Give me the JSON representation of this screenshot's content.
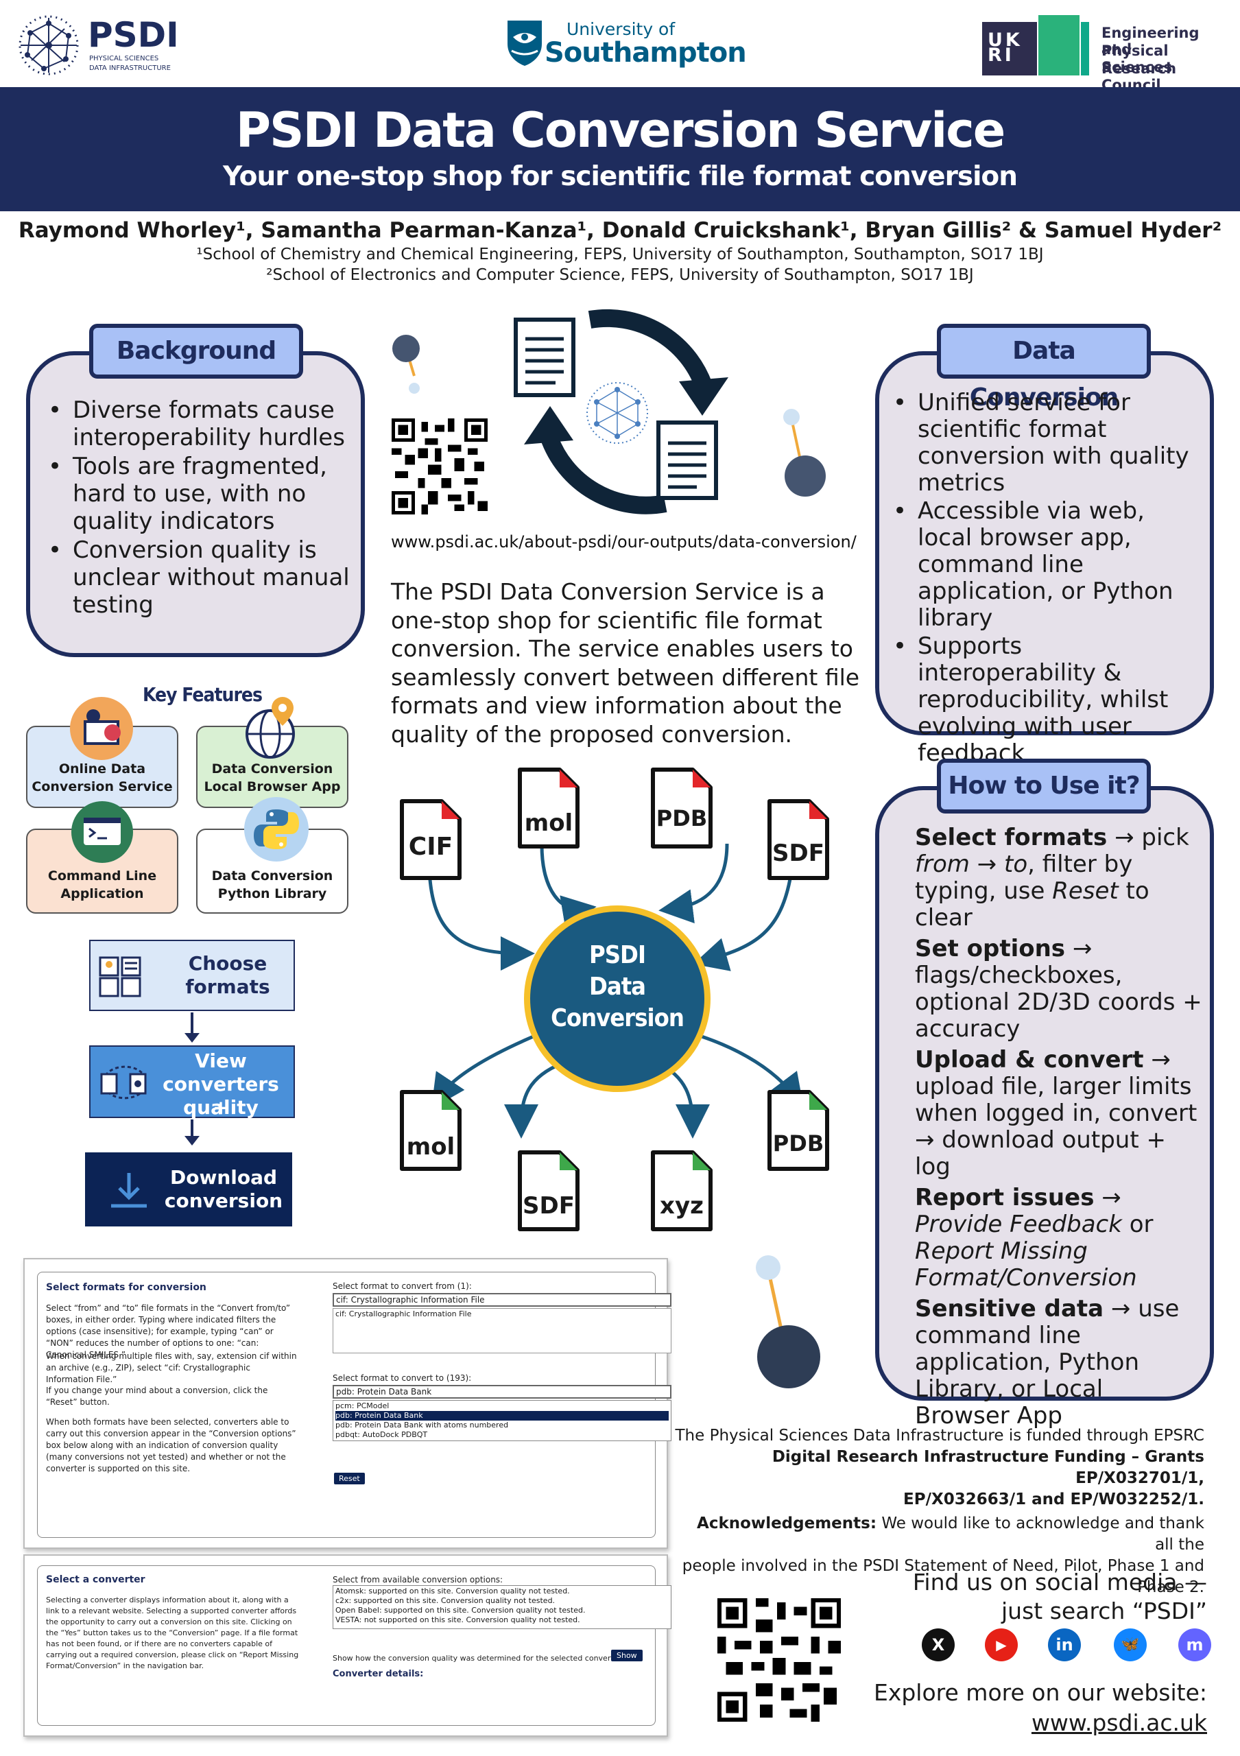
{
  "logos": {
    "psdi": {
      "name": "PSDI",
      "sub1": "PHYSICAL SCIENCES",
      "sub2": "DATA INFRASTRUCTURE"
    },
    "soton": {
      "line1": "University of",
      "line2": "Southampton"
    },
    "ukri": {
      "mark": "UKRI",
      "line1": "Engineering and",
      "line2": "Physical Sciences",
      "line3": "Research Council"
    }
  },
  "header": {
    "title": "PSDI Data Conversion Service",
    "subtitle": "Your one-stop shop for scientific file format conversion",
    "authors": "Raymond Whorley¹, Samantha Pearman-Kanza¹, Donald Cruickshank¹, Bryan Gillis² & Samuel Hyder²",
    "affiliation1": "¹School of Chemistry and Chemical Engineering, FEPS, University of Southampton, Southampton, SO17 1BJ",
    "affiliation2": "²School of Electronics and Computer Science, FEPS, University of Southampton, SO17 1BJ"
  },
  "background": {
    "title": "Background",
    "items": [
      "Diverse formats cause interoperability hurdles",
      "Tools are fragmented, hard to use, with no quality indicators",
      "Conversion quality is unclear without manual testing"
    ]
  },
  "center": {
    "url": "www.psdi.ac.uk/about-psdi/our-outputs/data-conversion/",
    "intro": "The PSDI Data Conversion Service is a one-stop shop for scientific file format conversion. The service enables users to seamlessly convert between different file formats and view information about the quality of the proposed conversion."
  },
  "data_conversion": {
    "title": "Data Conversion",
    "items": [
      "Unified service for scientific format conversion with quality metrics",
      "Accessible via web, local browser app, command line application, or Python library",
      "Supports interoperability & reproducibility, whilst evolving with user feedback"
    ]
  },
  "key_features": {
    "title": "Key Features",
    "items": [
      {
        "label1": "Online Data",
        "label2": "Conversion Service",
        "color": "#dbe8f8"
      },
      {
        "label1": "Data Conversion",
        "label2": "Local Browser App",
        "color": "#d9f0d3"
      },
      {
        "label1": "Command Line",
        "label2": "Application",
        "color": "#fbe1d1"
      },
      {
        "label1": "Data Conversion",
        "label2": "Python Library",
        "color": "#ffffff"
      }
    ]
  },
  "steps": [
    {
      "label1": "Choose",
      "label2": "formats",
      "label3": ""
    },
    {
      "label1": "View",
      "label2": "converters +",
      "label3": "quality"
    },
    {
      "label1": "Download",
      "label2": "conversion",
      "label3": ""
    }
  ],
  "diagram": {
    "hub1": "PSDI",
    "hub2": "Data",
    "hub3": "Conversion",
    "inputs": [
      "CIF",
      "mol",
      "PDB",
      "SDF"
    ],
    "outputs": [
      "mol",
      "SDF",
      "xyz",
      "PDB"
    ]
  },
  "howto": {
    "title": "How to Use it?",
    "s1_b": "Select formats",
    "s1_a": " → pick",
    "s1_c": "from",
    "s1_d": " → ",
    "s1_e": "to",
    "s1_f": ", filter by typing, use ",
    "s1_g": "Reset",
    "s1_h": " to clear",
    "s2_b": "Set options",
    "s2_t": " → flags/checkboxes, optional 2D/3D coords + accuracy",
    "s3_b": "Upload & convert",
    "s3_t": " → upload file, larger limits when logged in, convert → download output + log",
    "s4_b": "Report issues",
    "s4_a": " → ",
    "s4_i1": "Provide Feedback",
    "s4_or": " or ",
    "s4_i2": "Report Missing Format/Conversion",
    "s5_b": "Sensitive data",
    "s5_t": " → use command line application, Python Library, or Local Browser App"
  },
  "screenshot1": {
    "heading": "Select formats for conversion",
    "p1": "Select “from” and “to” file formats in the “Convert from/to” boxes, in either order. Typing where indicated filters the options (case insensitive); for example, typing “can” or “NON” reduces the number of options to one: “can: Canonical SMILES.”",
    "p2": "When converting multiple files with, say, extension cif within an archive (e.g., ZIP), select “cif: Crystallographic Information File.”",
    "p3": "If you change your mind about a conversion, click the “Reset” button.",
    "p4": "When both formats have been selected, converters able to carry out this conversion appear in the “Conversion options” box below along with an indication of conversion quality (many conversions not yet tested) and whether or not the converter is supported on this site.",
    "from_label": "Select format to convert from (1):",
    "from_value": "cif: Crystallographic Information File",
    "from_opt": "cif: Crystallographic Information File",
    "to_label": "Select format to convert to (193):",
    "to_value": "pdb: Protein Data Bank",
    "to_opts": [
      "pcm: PCModel",
      "pdb: Protein Data Bank",
      "pdb: Protein Data Bank with atoms numbered",
      "pdbqt: AutoDock PDBQT"
    ],
    "reset": "Reset"
  },
  "screenshot2": {
    "heading": "Select a converter",
    "p1": "Selecting a converter displays information about it, along with a link to a relevant website. Selecting a supported converter affords the opportunity to carry out a conversion on this site. Clicking on the “Yes” button takes us to the “Conversion” page. If a file format has not been found, or if there are no converters capable of carrying out a required conversion, please click on “Report Missing Format/Conversion” in the navigation bar.",
    "opts_label": "Select from available conversion options:",
    "opts": [
      "Atomsk: supported on this site. Conversion quality not tested.",
      "c2x: supported on this site. Conversion quality not tested.",
      "Open Babel: supported on this site. Conversion quality not tested.",
      "VESTA: not supported on this site. Conversion quality not tested."
    ],
    "show_label": "Show how the conversion quality was determined for the selected converter.",
    "show": "Show",
    "details": "Converter details:"
  },
  "funding": {
    "line1": "The Physical Sciences Data Infrastructure is  funded through EPSRC",
    "line2": "Digital Research Infrastructure Funding – Grants EP/X032701/1,",
    "line3": "EP/X032663/1 and  EP/W032252/1.",
    "ack_b": "Acknowledgements:",
    "ack1": " We would like to acknowledge and thank all the",
    "ack2": "people involved in the PSDI Statement of Need, Pilot, Phase 1 and",
    "ack3": "Phase 2."
  },
  "social": {
    "line1": "Find us on social media —",
    "line2": "just search “PSDI”",
    "icons": [
      "X",
      "▶",
      "in",
      "🦋",
      "m"
    ],
    "colors": [
      "#111111",
      "#e62117",
      "#0a66c2",
      "#1185fe",
      "#6364ff"
    ],
    "explore": "Explore more on our website:",
    "website": "www.psdi.ac.uk"
  }
}
